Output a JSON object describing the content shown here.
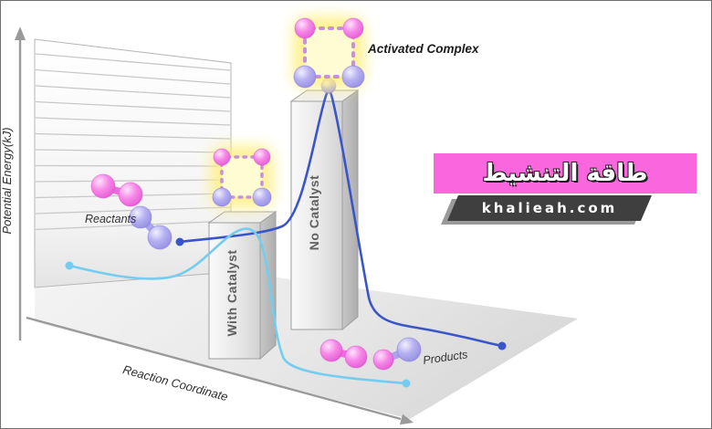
{
  "axes": {
    "y_label": "Potential Energy(kJ)",
    "x_label": "Reaction Coordinate",
    "color": "#9a9a9a"
  },
  "labels": {
    "reactants": "Reactants",
    "activated_complex": "Activated Complex",
    "products": "Products"
  },
  "pillars": {
    "with_catalyst": {
      "label": "With Catalyst"
    },
    "no_catalyst": {
      "label": "No Catalyst"
    }
  },
  "curves": {
    "no_catalyst_color": "#3a55c8",
    "with_catalyst_color": "#74cdf0"
  },
  "molecules": {
    "pink": "#f06ae0",
    "purple": "#a9a4ec"
  },
  "complex": {
    "glow_color": "#ffef7a"
  },
  "banner": {
    "title": "طاقة التنشيط",
    "title_bg": "#f966dd",
    "site": "khalieah.com",
    "site_bg": "#3f3f3f"
  }
}
